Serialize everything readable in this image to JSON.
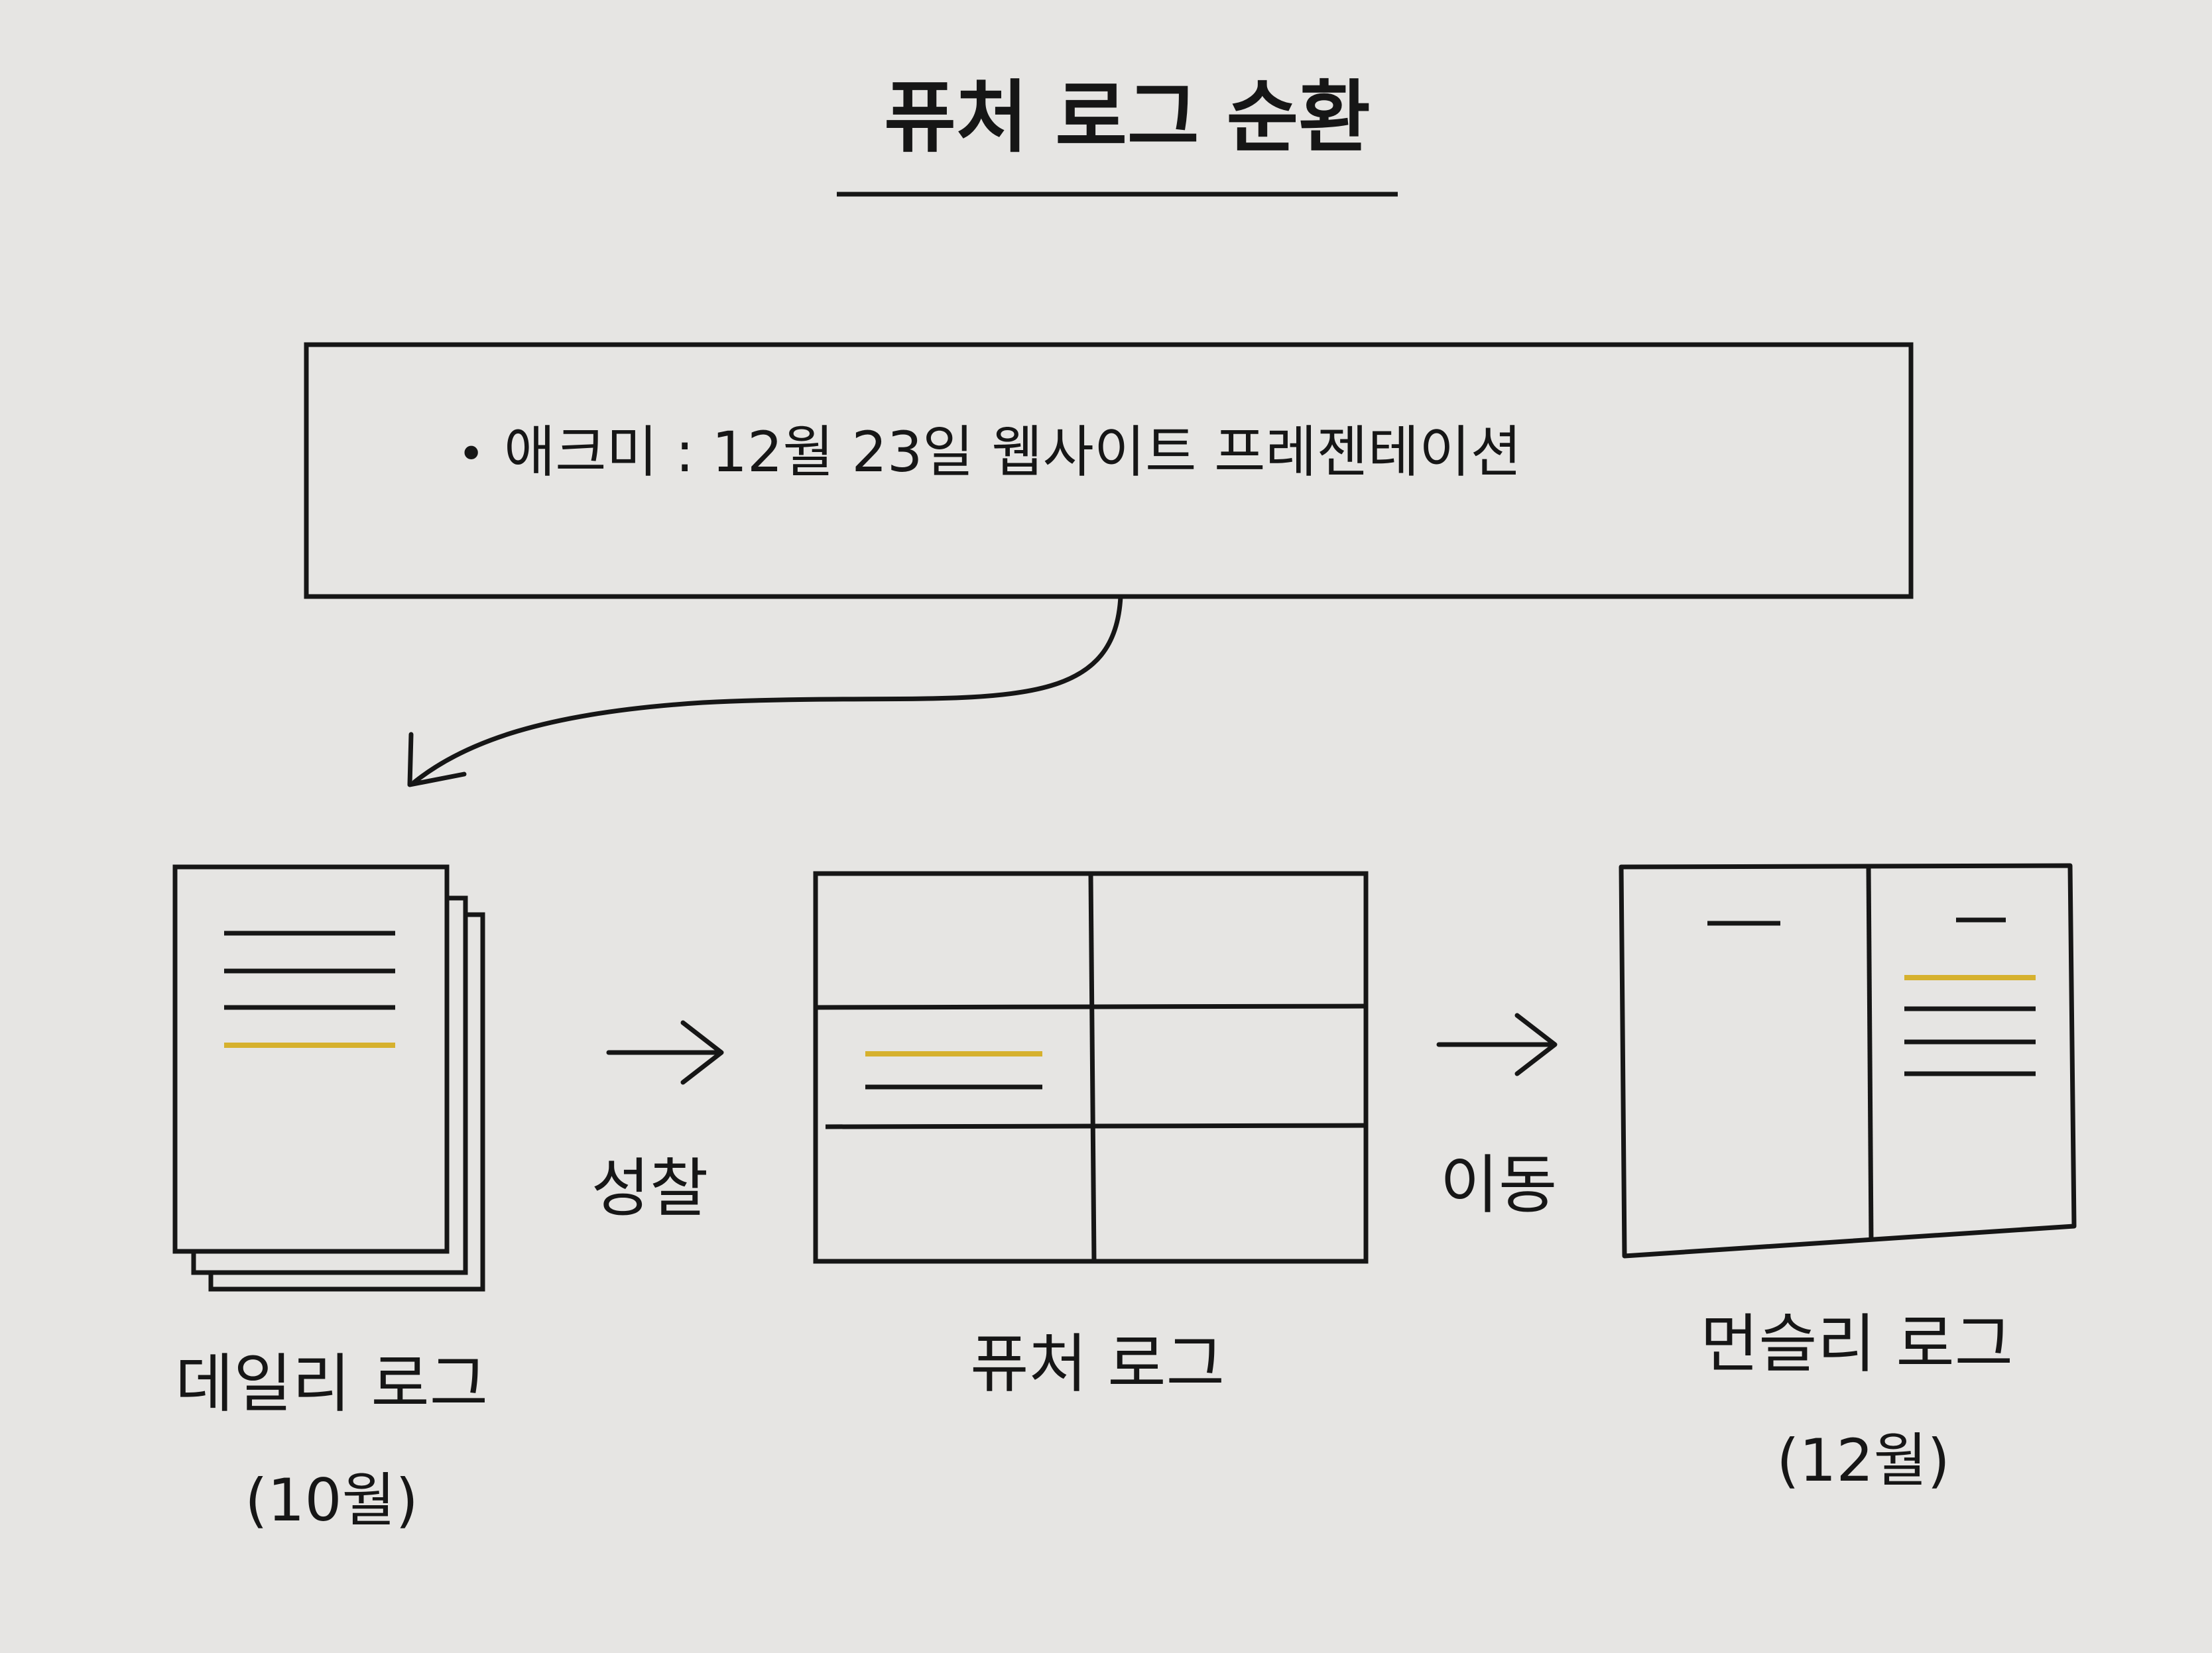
{
  "title": "퓨처 로그 순환",
  "note": {
    "bullet": "•",
    "text": "애크미 : 12월 23일 웹사이트 프레젠테이션"
  },
  "steps": {
    "daily": {
      "label": "데일리 로그",
      "sub": "(10월)"
    },
    "future": {
      "label": "퓨처 로그"
    },
    "monthly": {
      "label": "먼슬리 로그",
      "sub": "(12월)"
    }
  },
  "arrows": {
    "reflect": "성찰",
    "move": "이동"
  },
  "colors": {
    "ink": "#161616",
    "highlight": "#d6b12e",
    "paper": "#e6e5e3"
  }
}
